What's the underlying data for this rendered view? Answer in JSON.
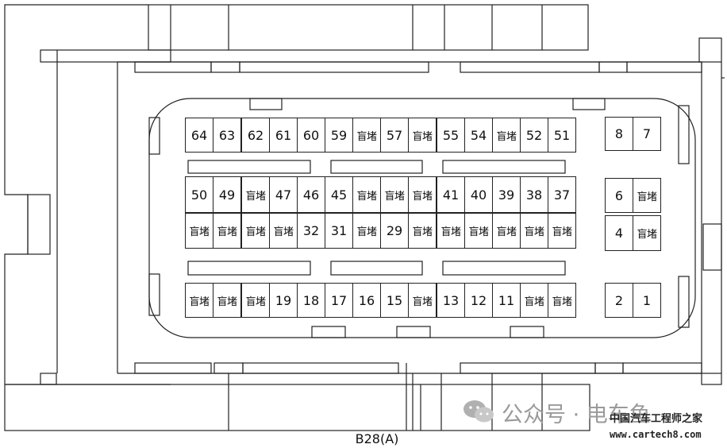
{
  "caption": "B28(A)",
  "blank_label": "盲堵",
  "rows": {
    "row1": [
      "64",
      "63",
      "62",
      "61",
      "60",
      "59",
      "盲堵",
      "57",
      "盲堵",
      "55",
      "54",
      "盲堵",
      "52",
      "51"
    ],
    "row2": [
      "50",
      "49",
      "盲堵",
      "47",
      "46",
      "45",
      "盲堵",
      "盲堵",
      "盲堵",
      "41",
      "40",
      "39",
      "38",
      "37"
    ],
    "row3": [
      "盲堵",
      "盲堵",
      "盲堵",
      "盲堵",
      "32",
      "31",
      "盲堵",
      "29",
      "盲堵",
      "盲堵",
      "盲堵",
      "盲堵",
      "盲堵",
      "盲堵"
    ],
    "row4": [
      "盲堵",
      "盲堵",
      "盲堵",
      "19",
      "18",
      "17",
      "16",
      "15",
      "盲堵",
      "13",
      "12",
      "11",
      "盲堵",
      "盲堵"
    ]
  },
  "side_pins": {
    "top": [
      "8",
      "7"
    ],
    "mid1": [
      "6",
      "盲堵"
    ],
    "mid2": [
      "4",
      "盲堵"
    ],
    "bottom": [
      "2",
      "1"
    ]
  },
  "watermark": {
    "main": "公众号 · 电车鱼",
    "site": "中国汽车工程师之家",
    "url": "www.cartech8.com"
  },
  "colors": {
    "line": "#222222",
    "watermark": "#9a9a9a"
  }
}
